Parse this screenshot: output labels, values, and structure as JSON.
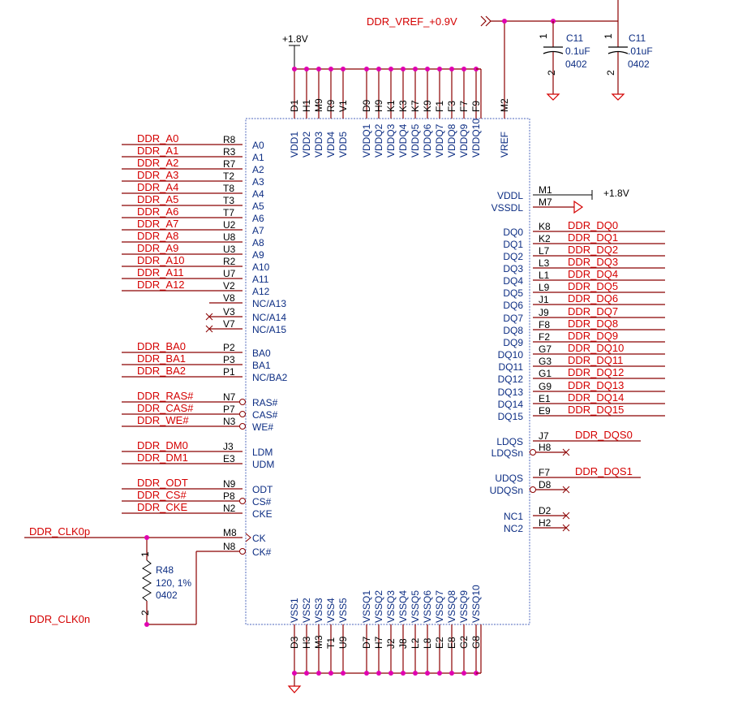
{
  "power": {
    "vref_net": "DDR_VREF_+0.9V",
    "top_rail": "+1.8V",
    "vddl_rail": "+1.8V"
  },
  "capacitors": [
    {
      "ref": "C11",
      "value": "0.1uF",
      "package": "0402",
      "pin1": "1",
      "pin2": "2"
    },
    {
      "ref": "C11",
      "value": ".01uF",
      "package": "0402",
      "pin1": "1",
      "pin2": "2"
    }
  ],
  "resistor": {
    "ref": "R48",
    "value": "120, 1%",
    "package": "0402",
    "pin1": "1",
    "pin2": "2"
  },
  "top_pins": [
    {
      "num": "D1",
      "name": "VDD1"
    },
    {
      "num": "H1",
      "name": "VDD2"
    },
    {
      "num": "M9",
      "name": "VDD3"
    },
    {
      "num": "R9",
      "name": "VDD4"
    },
    {
      "num": "V1",
      "name": "VDD5"
    },
    {
      "num": "D9",
      "name": "VDDQ1"
    },
    {
      "num": "H9",
      "name": "VDDQ2"
    },
    {
      "num": "K1",
      "name": "VDDQ3"
    },
    {
      "num": "K3",
      "name": "VDDQ4"
    },
    {
      "num": "K7",
      "name": "VDDQ5"
    },
    {
      "num": "K9",
      "name": "VDDQ6"
    },
    {
      "num": "F1",
      "name": "VDDQ7"
    },
    {
      "num": "F3",
      "name": "VDDQ8"
    },
    {
      "num": "F7",
      "name": "VDDQ9"
    },
    {
      "num": "F9",
      "name": "VDDQ10"
    },
    {
      "num": "M2",
      "name": "VREF"
    }
  ],
  "bottom_pins": [
    {
      "num": "D3",
      "name": "VSS1"
    },
    {
      "num": "H3",
      "name": "VSS2"
    },
    {
      "num": "M3",
      "name": "VSS3"
    },
    {
      "num": "T1",
      "name": "VSS4"
    },
    {
      "num": "U9",
      "name": "VSS5"
    },
    {
      "num": "D7",
      "name": "VSSQ1"
    },
    {
      "num": "H7",
      "name": "VSSQ2"
    },
    {
      "num": "J2",
      "name": "VSSQ3"
    },
    {
      "num": "J8",
      "name": "VSSQ4"
    },
    {
      "num": "L2",
      "name": "VSSQ5"
    },
    {
      "num": "L8",
      "name": "VSSQ6"
    },
    {
      "num": "E2",
      "name": "VSSQ7"
    },
    {
      "num": "E8",
      "name": "VSSQ8"
    },
    {
      "num": "G2",
      "name": "VSSQ9"
    },
    {
      "num": "G8",
      "name": "VSSQ10"
    }
  ],
  "left_pins": [
    {
      "net": "DDR_A0",
      "num": "R8",
      "name": "A0"
    },
    {
      "net": "DDR_A1",
      "num": "R3",
      "name": "A1"
    },
    {
      "net": "DDR_A2",
      "num": "R7",
      "name": "A2"
    },
    {
      "net": "DDR_A3",
      "num": "T2",
      "name": "A3"
    },
    {
      "net": "DDR_A4",
      "num": "T8",
      "name": "A4"
    },
    {
      "net": "DDR_A5",
      "num": "T3",
      "name": "A5"
    },
    {
      "net": "DDR_A6",
      "num": "T7",
      "name": "A6"
    },
    {
      "net": "DDR_A7",
      "num": "U2",
      "name": "A7"
    },
    {
      "net": "DDR_A8",
      "num": "U8",
      "name": "A8"
    },
    {
      "net": "DDR_A9",
      "num": "U3",
      "name": "A9"
    },
    {
      "net": "DDR_A10",
      "num": "R2",
      "name": "A10"
    },
    {
      "net": "DDR_A11",
      "num": "U7",
      "name": "A11"
    },
    {
      "net": "DDR_A12",
      "num": "V2",
      "name": "A12"
    },
    {
      "net": "",
      "num": "V8",
      "name": "NC/A13"
    },
    {
      "net": "",
      "num": "V3",
      "name": "NC/A14"
    },
    {
      "net": "",
      "num": "V7",
      "name": "NC/A15"
    },
    {
      "net": "DDR_BA0",
      "num": "P2",
      "name": "BA0"
    },
    {
      "net": "DDR_BA1",
      "num": "P3",
      "name": "BA1"
    },
    {
      "net": "DDR_BA2",
      "num": "P1",
      "name": "NC/BA2"
    },
    {
      "net": "DDR_RAS#",
      "num": "N7",
      "name": "RAS#"
    },
    {
      "net": "DDR_CAS#",
      "num": "P7",
      "name": "CAS#"
    },
    {
      "net": "DDR_WE#",
      "num": "N3",
      "name": "WE#"
    },
    {
      "net": "DDR_DM0",
      "num": "J3",
      "name": "LDM"
    },
    {
      "net": "DDR_DM1",
      "num": "E3",
      "name": "UDM"
    },
    {
      "net": "DDR_ODT",
      "num": "N9",
      "name": "ODT"
    },
    {
      "net": "DDR_CS#",
      "num": "P8",
      "name": "CS#"
    },
    {
      "net": "DDR_CKE",
      "num": "N2",
      "name": "CKE"
    },
    {
      "net": "DDR_CLK0p",
      "num": "M8",
      "name": "CK"
    },
    {
      "net": "DDR_CLK0n",
      "num": "N8",
      "name": "CK#"
    }
  ],
  "right_pins": [
    {
      "net": "+1.8V",
      "num": "M1",
      "name": "VDDL"
    },
    {
      "net": "",
      "num": "M7",
      "name": "VSSDL"
    },
    {
      "net": "DDR_DQ0",
      "num": "K8",
      "name": "DQ0"
    },
    {
      "net": "DDR_DQ1",
      "num": "K2",
      "name": "DQ1"
    },
    {
      "net": "DDR_DQ2",
      "num": "L7",
      "name": "DQ2"
    },
    {
      "net": "DDR_DQ3",
      "num": "L3",
      "name": "DQ3"
    },
    {
      "net": "DDR_DQ4",
      "num": "L1",
      "name": "DQ4"
    },
    {
      "net": "DDR_DQ5",
      "num": "L9",
      "name": "DQ5"
    },
    {
      "net": "DDR_DQ6",
      "num": "J1",
      "name": "DQ6"
    },
    {
      "net": "DDR_DQ7",
      "num": "J9",
      "name": "DQ7"
    },
    {
      "net": "DDR_DQ8",
      "num": "F8",
      "name": "DQ8"
    },
    {
      "net": "DDR_DQ9",
      "num": "F2",
      "name": "DQ9"
    },
    {
      "net": "DDR_DQ10",
      "num": "G7",
      "name": "DQ10"
    },
    {
      "net": "DDR_DQ11",
      "num": "G3",
      "name": "DQ11"
    },
    {
      "net": "DDR_DQ12",
      "num": "G1",
      "name": "DQ12"
    },
    {
      "net": "DDR_DQ13",
      "num": "G9",
      "name": "DQ13"
    },
    {
      "net": "DDR_DQ14",
      "num": "E1",
      "name": "DQ14"
    },
    {
      "net": "DDR_DQ15",
      "num": "E9",
      "name": "DQ15"
    },
    {
      "net": "DDR_DQS0",
      "num": "J7",
      "name": "LDQS"
    },
    {
      "net": "",
      "num": "H8",
      "name": "LDQSn"
    },
    {
      "net": "DDR_DQS1",
      "num": "F7",
      "name": "UDQS"
    },
    {
      "net": "",
      "num": "D8",
      "name": "UDQSn"
    },
    {
      "net": "",
      "num": "D2",
      "name": "NC1"
    },
    {
      "net": "",
      "num": "H2",
      "name": "NC2"
    }
  ]
}
